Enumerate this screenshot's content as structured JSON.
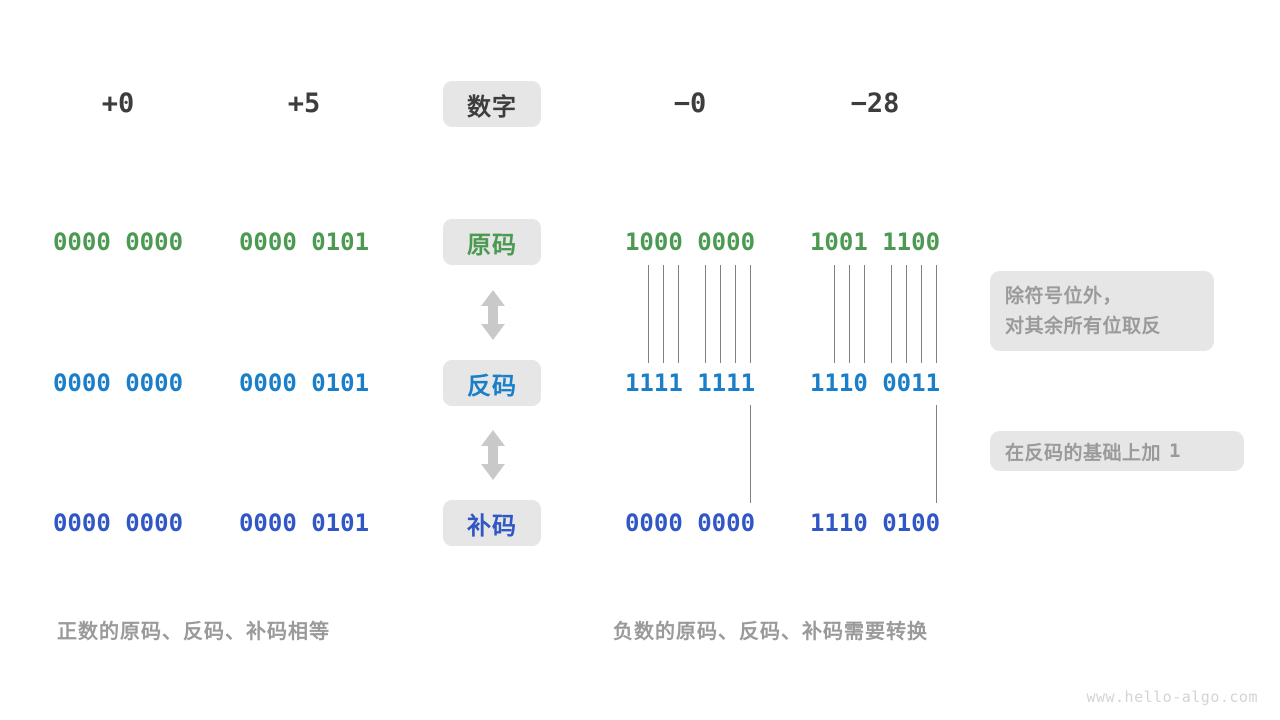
{
  "colors": {
    "green": "#4c9a52",
    "blue": "#1a7ec8",
    "indigo": "#3157c4",
    "dark": "#3d3d3d",
    "gray_text": "#9a9a9a",
    "pill_bg": "#e6e6e6",
    "line": "#808080",
    "watermark": "#d4d4d4",
    "background": "#ffffff"
  },
  "row_labels": {
    "number": "数字",
    "sign_magnitude": "原码",
    "ones_complement": "反码",
    "twos_complement": "补码"
  },
  "columns": [
    {
      "header": "+0",
      "sign_magnitude": "0000 0000",
      "ones_complement": "0000 0000",
      "twos_complement": "0000 0000"
    },
    {
      "header": "+5",
      "sign_magnitude": "0000 0101",
      "ones_complement": "0000 0101",
      "twos_complement": "0000 0101"
    },
    {
      "header": "−0",
      "sign_magnitude": "1000 0000",
      "ones_complement": "1111 1111",
      "twos_complement": "0000 0000"
    },
    {
      "header": "−28",
      "sign_magnitude": "1001 1100",
      "ones_complement": "1110 0011",
      "twos_complement": "1110 0100"
    }
  ],
  "notes": {
    "invert": {
      "line1": "除符号位外，",
      "line2": "对其余所有位取反"
    },
    "addone": {
      "text": "在反码的基础上加",
      "value": "1"
    }
  },
  "captions": {
    "left": "正数的原码、反码、补码相等",
    "right": "负数的原码、反码、补码需要转换"
  },
  "watermark": "www.hello-algo.com",
  "arrows": {
    "updown": "double-headed-vertical-arrow"
  }
}
